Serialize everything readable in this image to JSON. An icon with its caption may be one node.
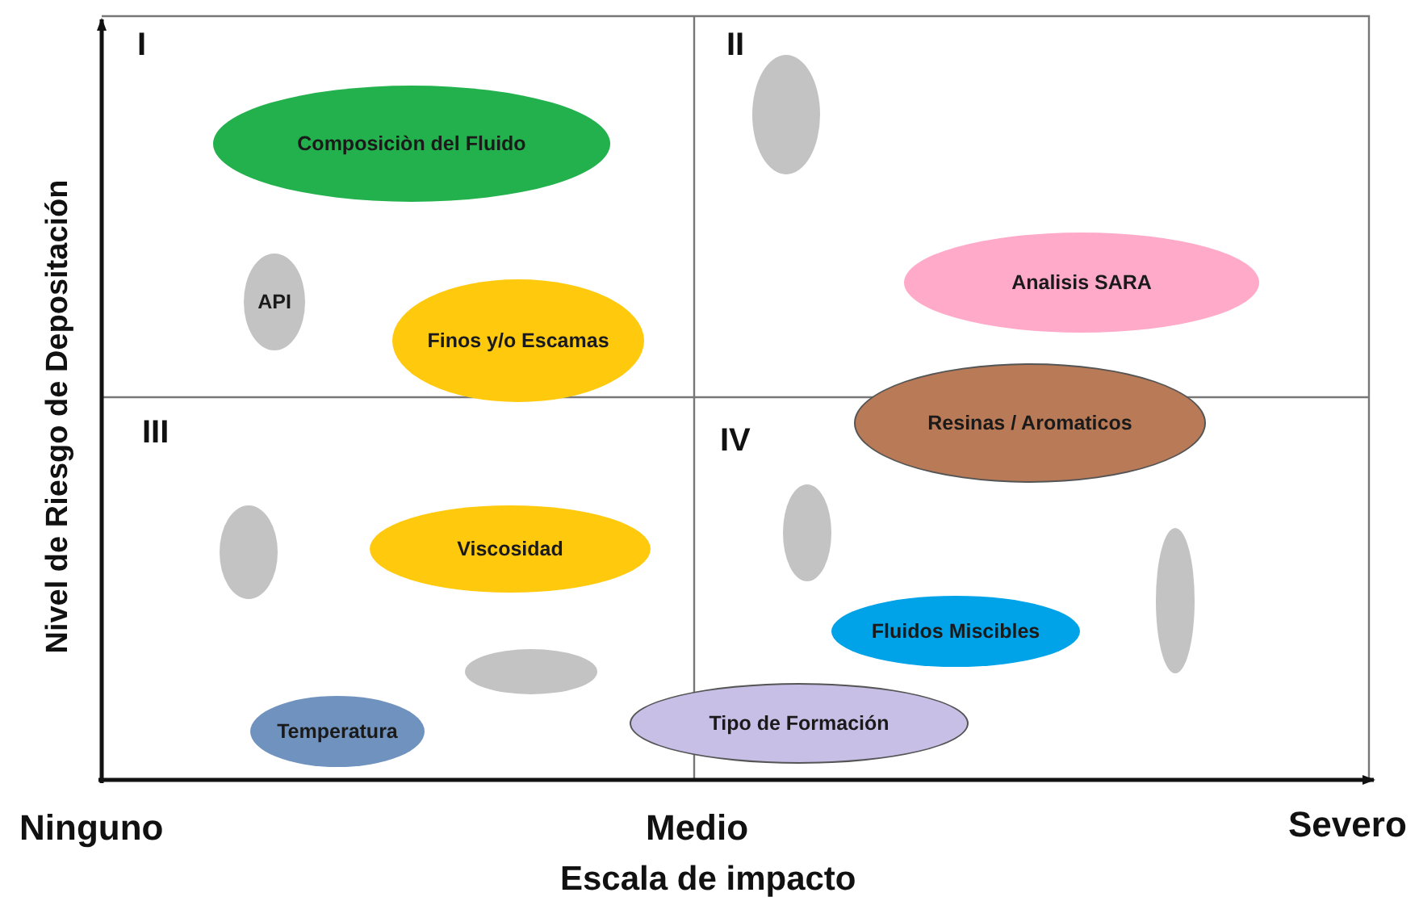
{
  "diagram": {
    "nodes": [
      {
        "text": [
          "Composiciòn del Fluido"
        ]
      },
      {
        "text": [],
        "shape": "ellipse"
      },
      {
        "text": [
          "API"
        ]
      },
      {
        "text": [
          "Analisis SARA"
        ]
      },
      {
        "text": [
          "Finos y/o Escamas"
        ]
      },
      {
        "text": [
          "Resinas / Aromaticos"
        ]
      },
      {
        "text": [],
        "shape": "ellipse"
      },
      {
        "text": [],
        "shape": "ellipse"
      },
      {
        "text": [
          "Viscosidad"
        ]
      },
      {
        "text": [],
        "shape": "ellipse"
      },
      {
        "text": [
          "Fluidos Miscibles"
        ]
      },
      {
        "text": [],
        "shape": "ellipse"
      },
      {
        "text": [
          "Tipo de Formación"
        ]
      },
      {
        "text": [
          "Temperatura"
        ]
      }
    ],
    "labels": [
      "I",
      "II",
      "III",
      "IV",
      "Nivel de Riesgo de Depositación",
      "Ninguno",
      "Medio",
      "Severo",
      "Escala de impacto"
    ]
  }
}
